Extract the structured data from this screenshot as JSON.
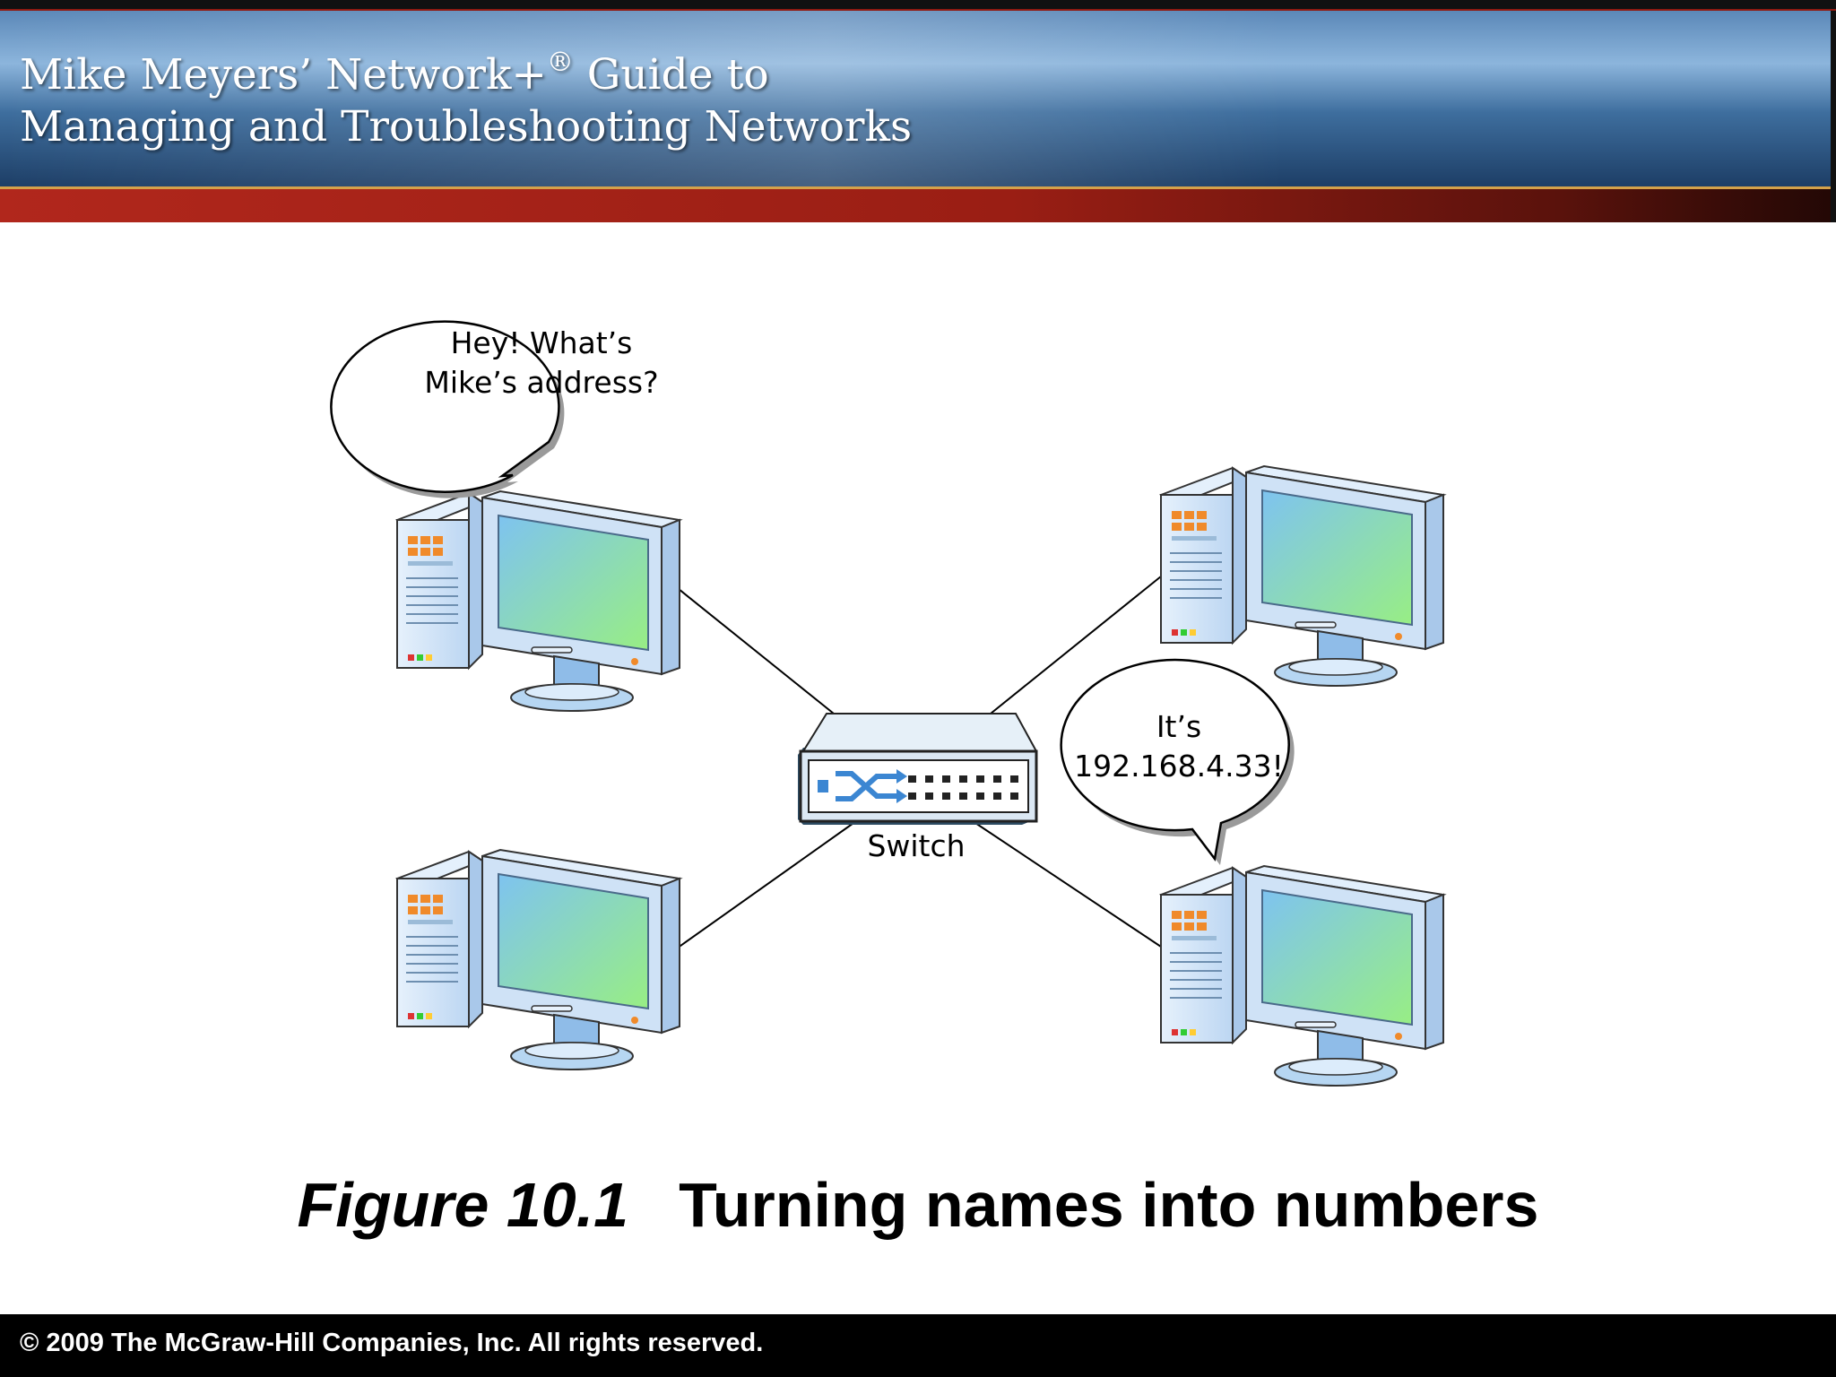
{
  "header": {
    "title_line_1": "Mike Meyers’ Network+",
    "title_line_1_mark": "®",
    "title_line_1_end": " Guide to",
    "title_line_2": "Managing and Troubleshooting Networks"
  },
  "diagram": {
    "speech_top_left": [
      "Hey! What’s",
      "Mike’s address?"
    ],
    "speech_bottom_right": [
      "It’s",
      "192.168.4.33!"
    ],
    "switch_label": "Switch"
  },
  "caption": {
    "figure_label": "Figure  10.1",
    "title": "Turning names into numbers"
  },
  "footer": {
    "copyright": "© 2009 The McGraw-Hill Companies, Inc. All rights reserved."
  },
  "colors": {
    "header_red": "#9a1e14",
    "header_blue": "#3e6e9e",
    "computer_case": "#cfe2f6",
    "screen_green": "#96ee86",
    "switch_port_blue": "#3b86d2"
  }
}
